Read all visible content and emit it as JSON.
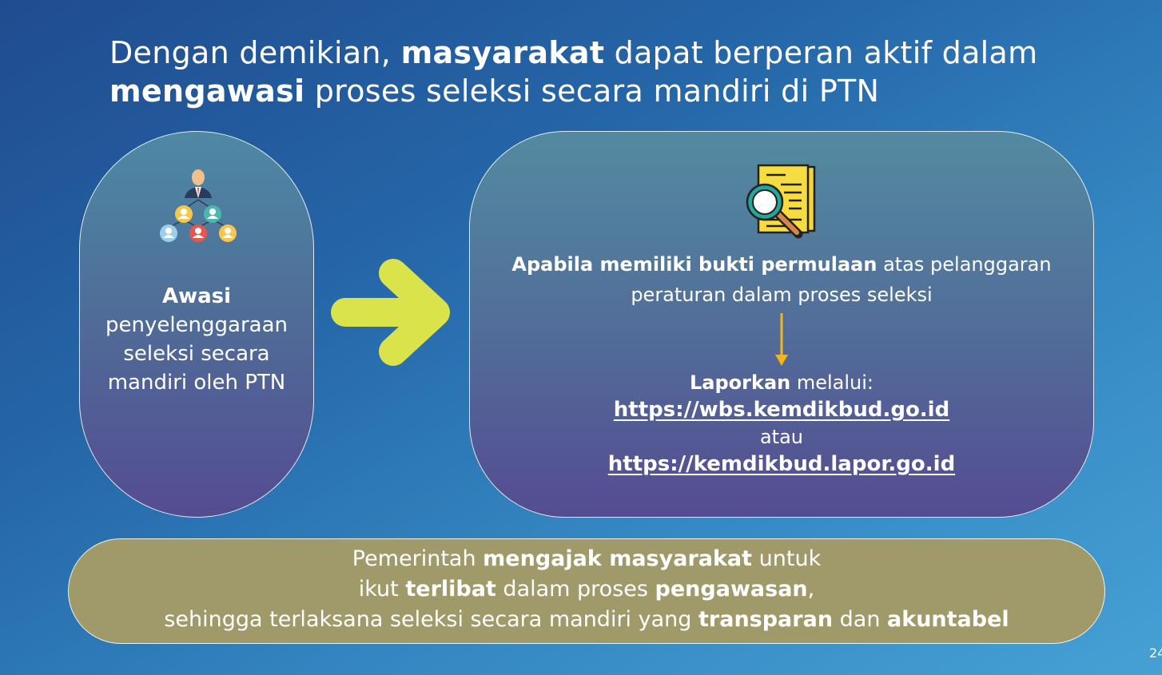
{
  "title": {
    "part1": "Dengan demikian, ",
    "bold1": "masyarakat",
    "part2": " dapat berperan aktif dalam ",
    "bold2": "mengawasi",
    "part3": " proses seleksi secara mandiri di PTN"
  },
  "left": {
    "icon": "people-hierarchy-icon",
    "heading": "Awasi",
    "line1": "penyelenggaraan",
    "line2": "seleksi secara",
    "line3": "mandiri oleh PTN"
  },
  "arrow_icon": "right-arrow-icon",
  "right": {
    "icon": "document-search-icon",
    "evidence_bold": "Apabila memiliki bukti permulaan",
    "evidence_rest1": " atas pelanggaran",
    "evidence_line2": "peraturan dalam proses seleksi",
    "report_bold": "Laporkan",
    "report_rest": " melalui:",
    "link1": "https://wbs.kemdikbud.go.id",
    "or": "atau",
    "link2": "https://kemdikbud.lapor.go.id"
  },
  "bottom": {
    "l1a": "Pemerintah ",
    "l1b": "mengajak masyarakat",
    "l1c": " untuk",
    "l2a": "ikut ",
    "l2b": "terlibat",
    "l2c": " dalam proses ",
    "l2d": "pengawasan",
    "l2e": ",",
    "l3a": "sehingga terlaksana seleksi secara mandiri yang ",
    "l3b": "transparan",
    "l3c": " dan ",
    "l3d": "akuntabel"
  },
  "page_number": "24",
  "colors": {
    "background_start": "#1f4c8f",
    "background_end": "#45a1d4",
    "arrow": "#dbe34a",
    "bottom_box": "#a09a6a",
    "down_arrow": "#f2b51e"
  }
}
